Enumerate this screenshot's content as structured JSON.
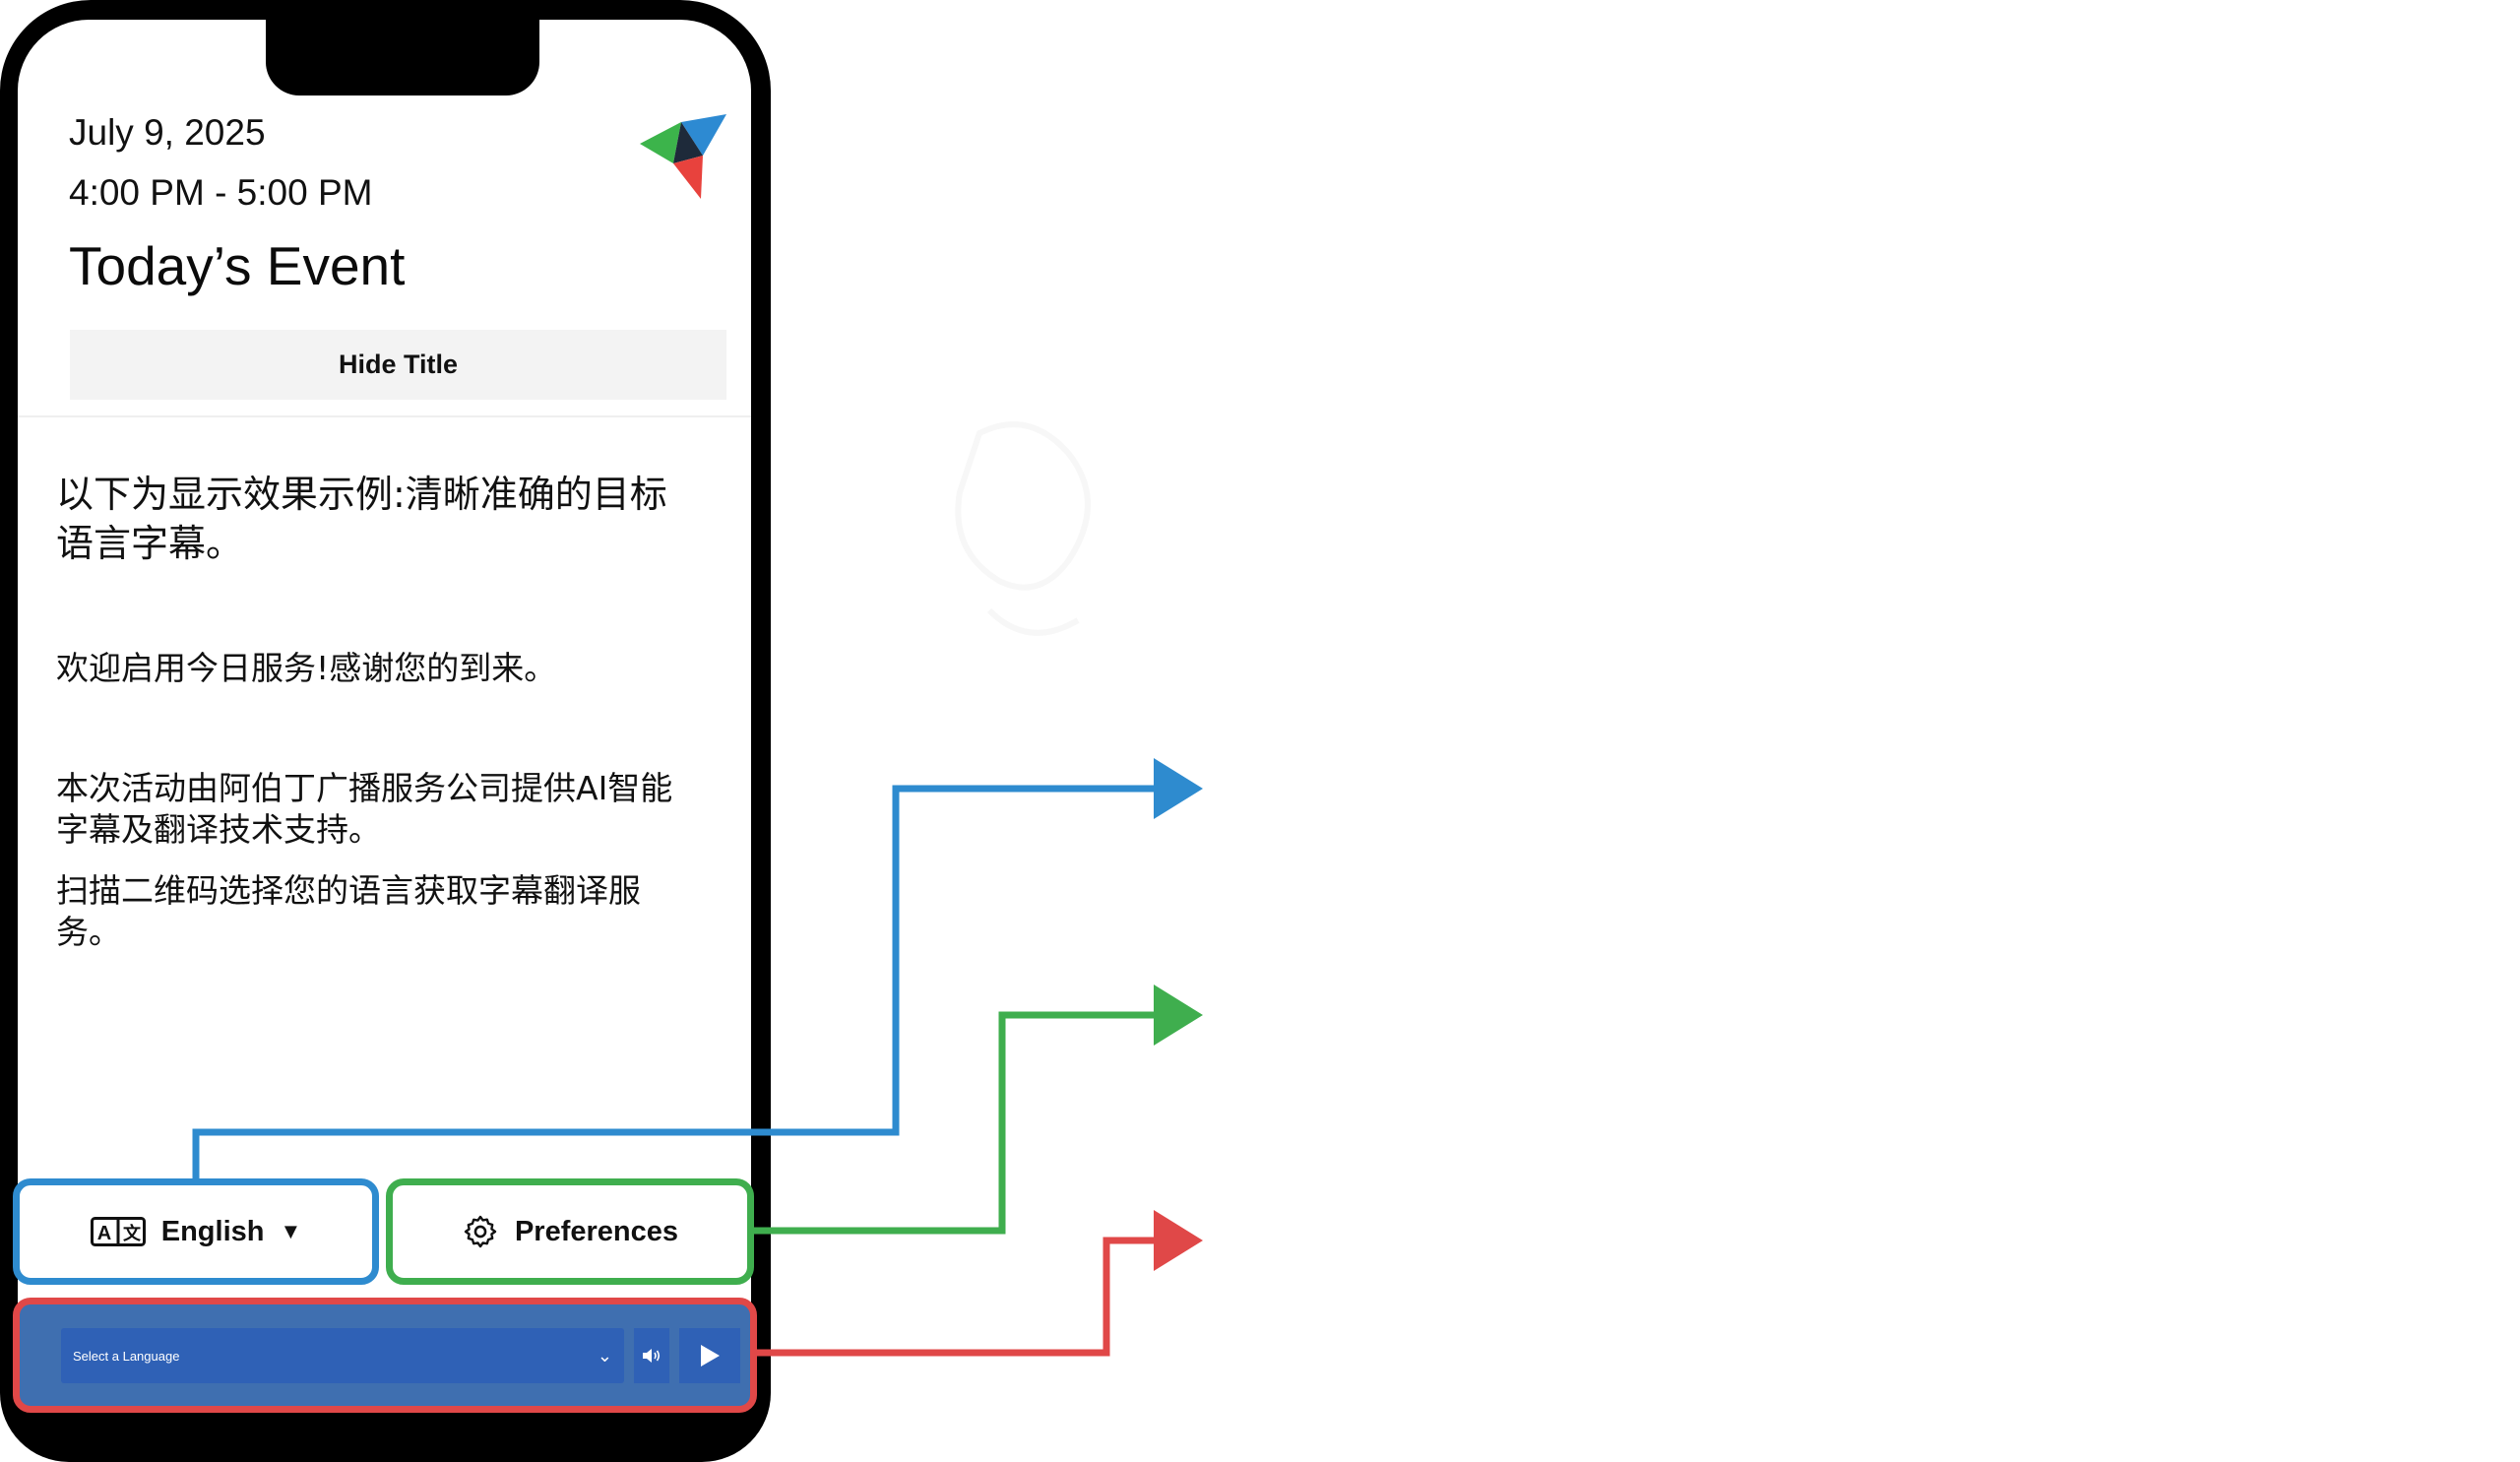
{
  "event": {
    "date": "July 9, 2025",
    "time": "4:00 PM - 5:00 PM",
    "title": "Today’s Event",
    "hide_title_label": "Hide Title"
  },
  "captions": [
    "以下为显示效果示例:清晰准确的目标语言字幕。",
    "欢迎启用今日服务!感谢您的到来。",
    "本次活动由阿伯丁广播服务公司提供AI智能字幕及翻译技术支持。",
    "扫描二维码选择您的语言获取字幕翻译服务。"
  ],
  "controls": {
    "language_label": "English",
    "language_icon": "translate-icon",
    "preferences_label": "Preferences",
    "preferences_icon": "gear-icon"
  },
  "player": {
    "select_placeholder": "Select a Language",
    "volume_icon": "volume-icon",
    "play_icon": "play-icon"
  },
  "colors": {
    "language_accent": "#2e8bcf",
    "preferences_accent": "#3fae4e",
    "player_accent": "#e04848",
    "player_bar": "#2f61b6"
  }
}
